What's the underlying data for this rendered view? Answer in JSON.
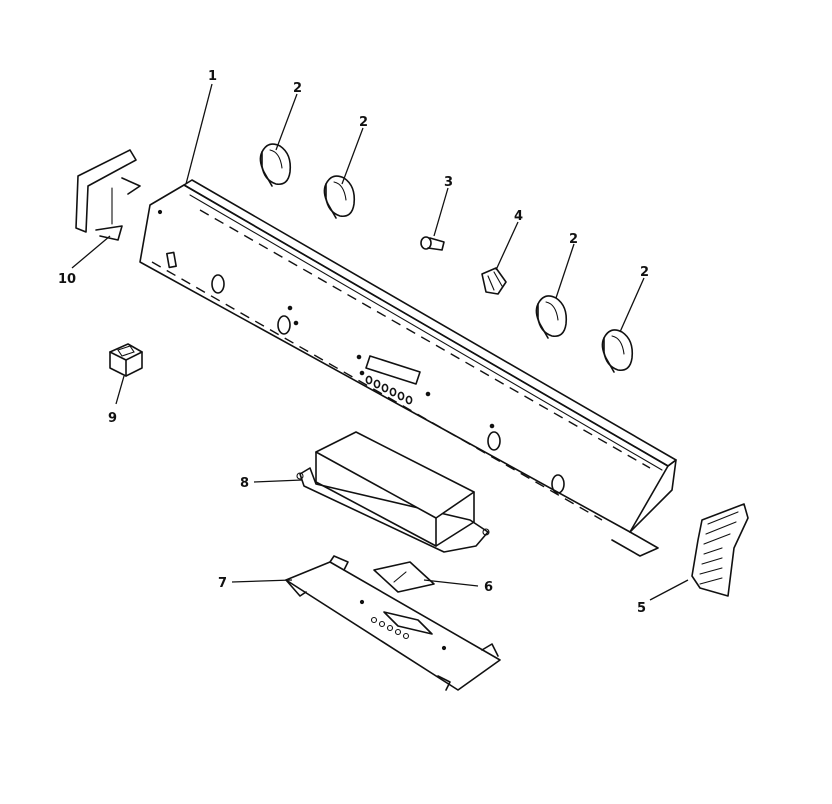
{
  "callouts": [
    {
      "id": "1",
      "label": "1"
    },
    {
      "id": "2a",
      "label": "2"
    },
    {
      "id": "2b",
      "label": "2"
    },
    {
      "id": "2c",
      "label": "2"
    },
    {
      "id": "2d",
      "label": "2"
    },
    {
      "id": "3",
      "label": "3"
    },
    {
      "id": "4",
      "label": "4"
    },
    {
      "id": "5",
      "label": "5"
    },
    {
      "id": "6",
      "label": "6"
    },
    {
      "id": "7",
      "label": "7"
    },
    {
      "id": "8",
      "label": "8"
    },
    {
      "id": "9",
      "label": "9"
    },
    {
      "id": "10",
      "label": "10"
    }
  ],
  "colors": {
    "line": "#111111",
    "background": "#ffffff"
  }
}
